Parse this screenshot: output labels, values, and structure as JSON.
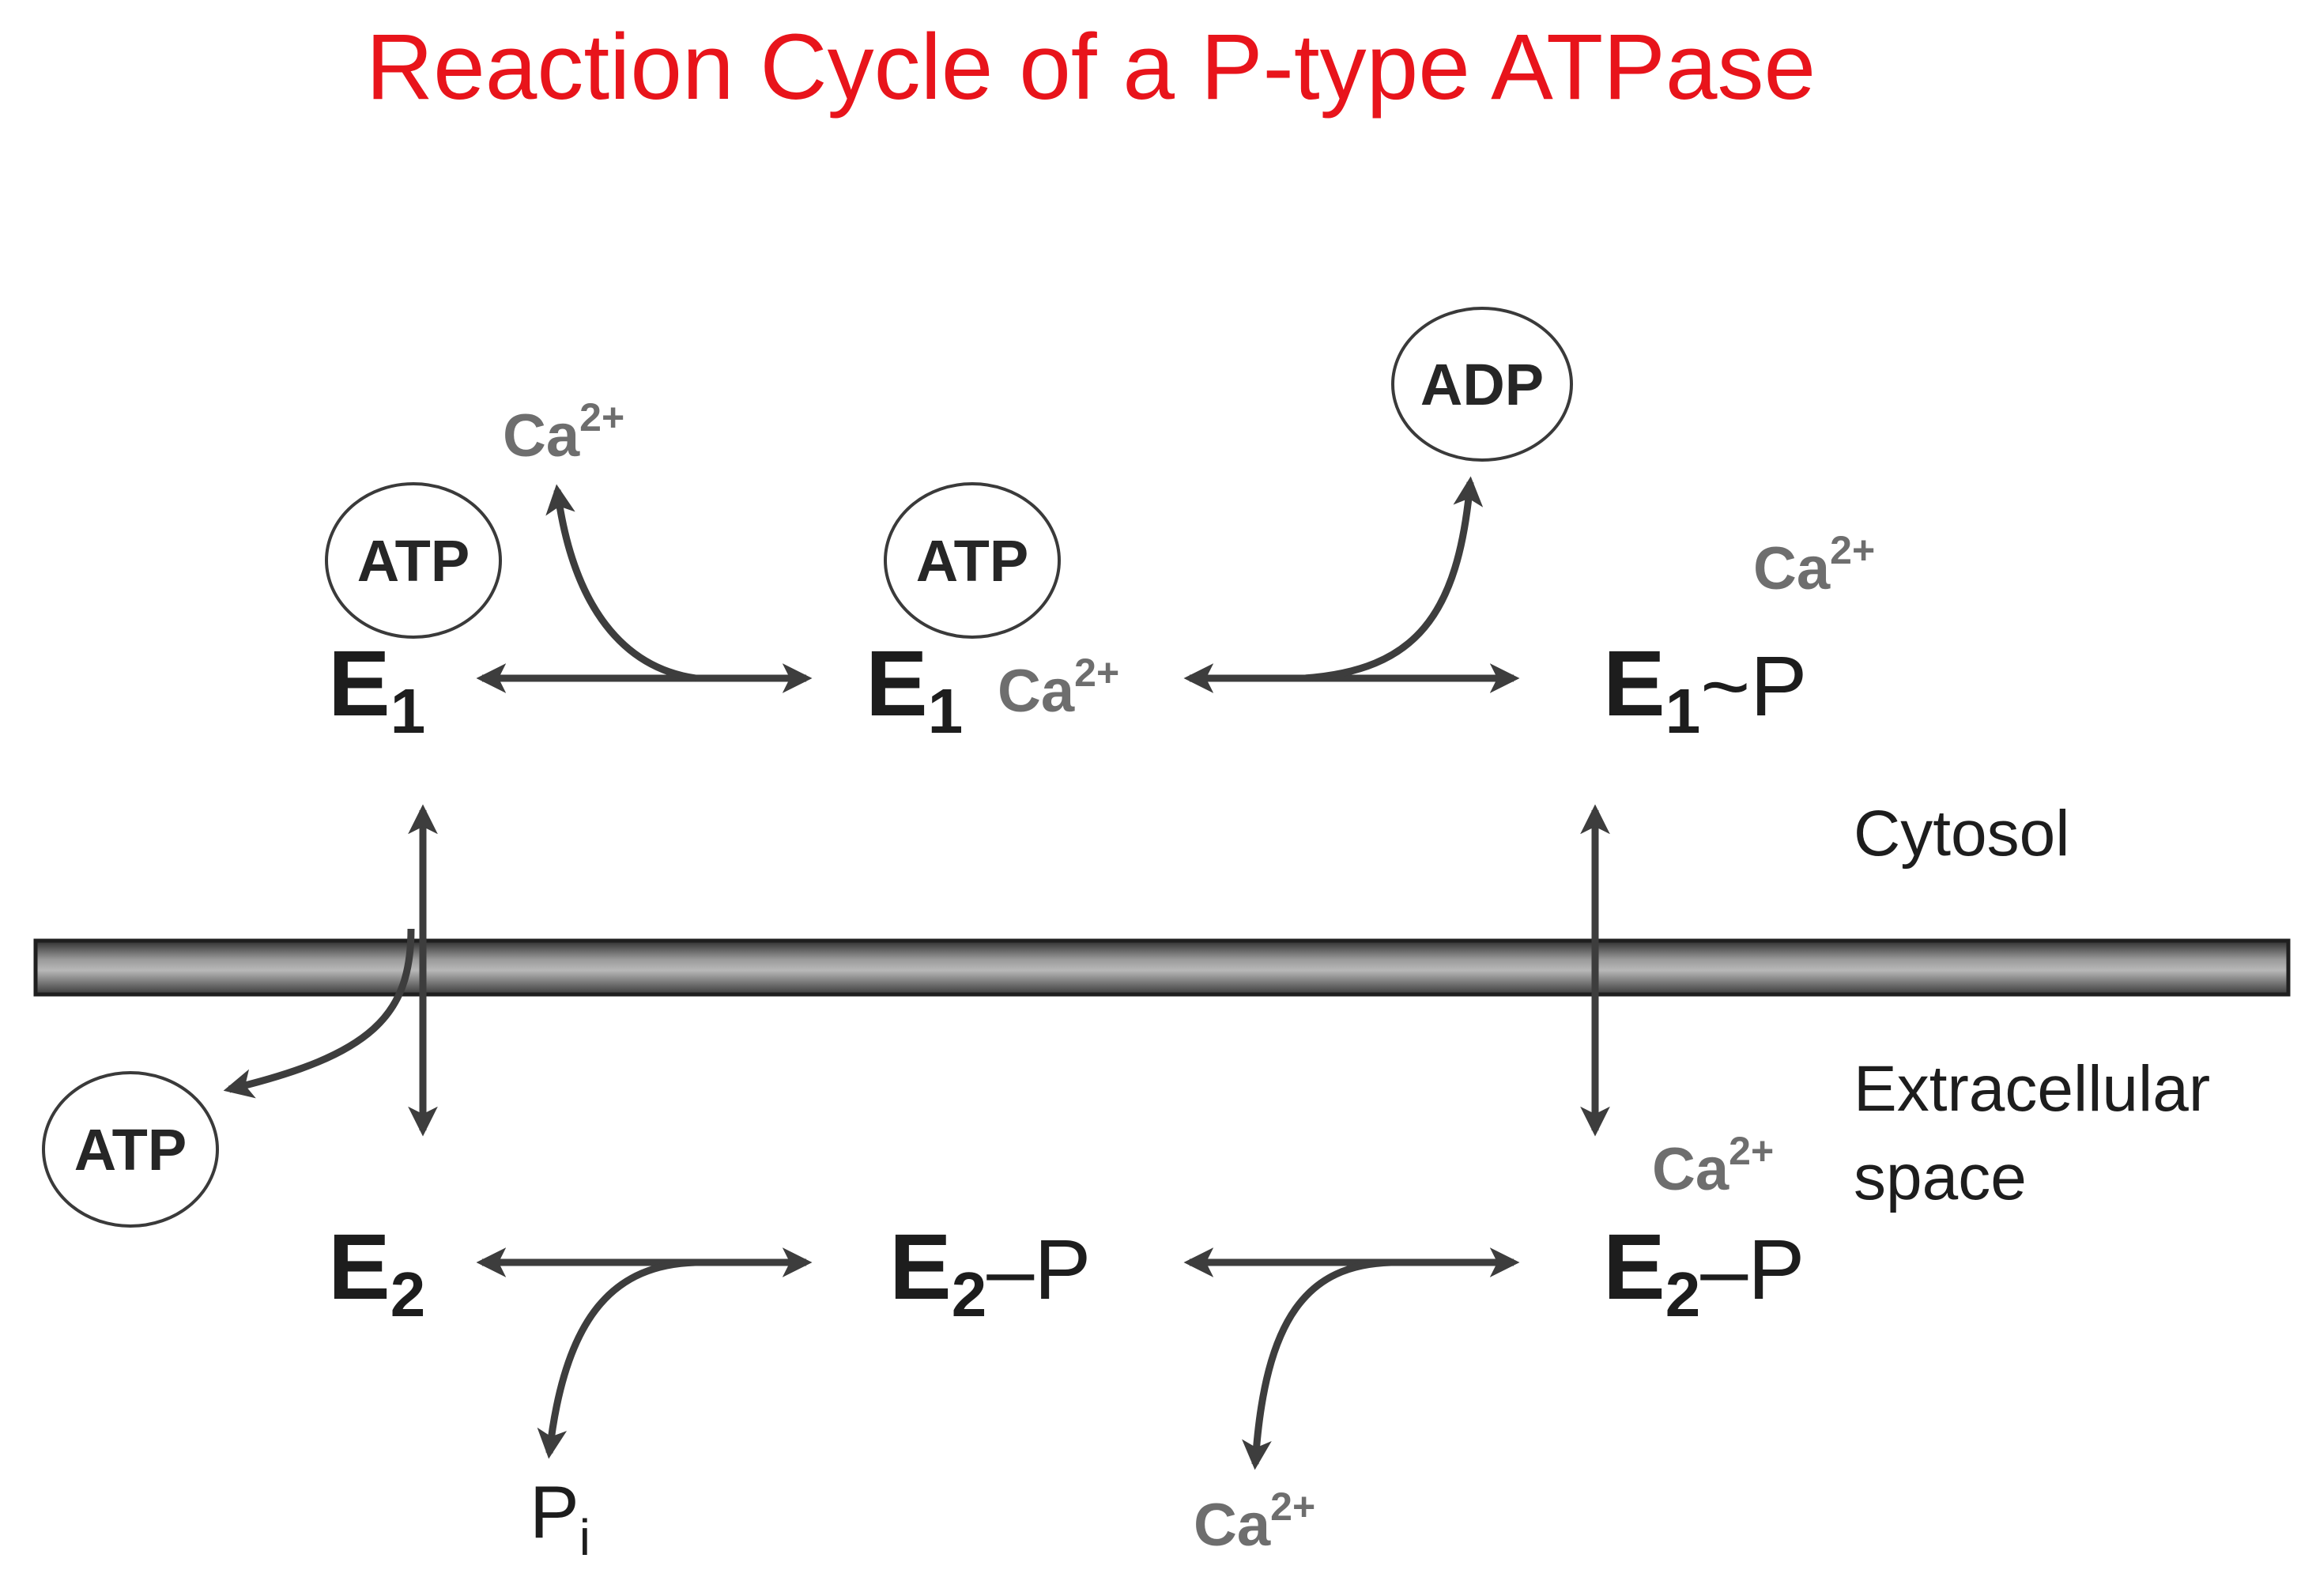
{
  "title": "Reaction Cycle of a P-type ATPase",
  "states": {
    "e1_left": {
      "base": "E",
      "sub": "1"
    },
    "e1_mid": {
      "base": "E",
      "sub": "1"
    },
    "e1_p": {
      "base": "E",
      "sub": "1",
      "suffix": "~P"
    },
    "e2_left": {
      "base": "E",
      "sub": "2"
    },
    "e2_p_mid": {
      "base": "E",
      "sub": "2",
      "suffix": "–P"
    },
    "e2_p_right": {
      "base": "E",
      "sub": "2",
      "suffix": "–P"
    }
  },
  "molecules": {
    "atp_top_left": "ATP",
    "atp_top_mid": "ATP",
    "adp": "ADP",
    "atp_bottom_left": "ATP"
  },
  "ions": {
    "ca_released_top": {
      "base": "Ca",
      "sup": "2+"
    },
    "ca_bound_mid": {
      "base": "Ca",
      "sup": "2+"
    },
    "ca_top_right": {
      "base": "Ca",
      "sup": "2+"
    },
    "ca_extracellular": {
      "base": "Ca",
      "sup": "2+"
    },
    "ca_bottom_released": {
      "base": "Ca",
      "sup": "2+"
    }
  },
  "phosphate": {
    "base": "P",
    "sub": "i"
  },
  "regions": {
    "cytosol": "Cytosol",
    "extracellular_line1": "Extracellular",
    "extracellular_line2": "space"
  },
  "colors": {
    "title": "#e8141b",
    "ink": "#1d1d1d",
    "ion": "#6e6e6e",
    "arrow": "#3d3d3d",
    "membrane_dark": "#3a3a3a",
    "membrane_light": "#b5b5b5"
  }
}
